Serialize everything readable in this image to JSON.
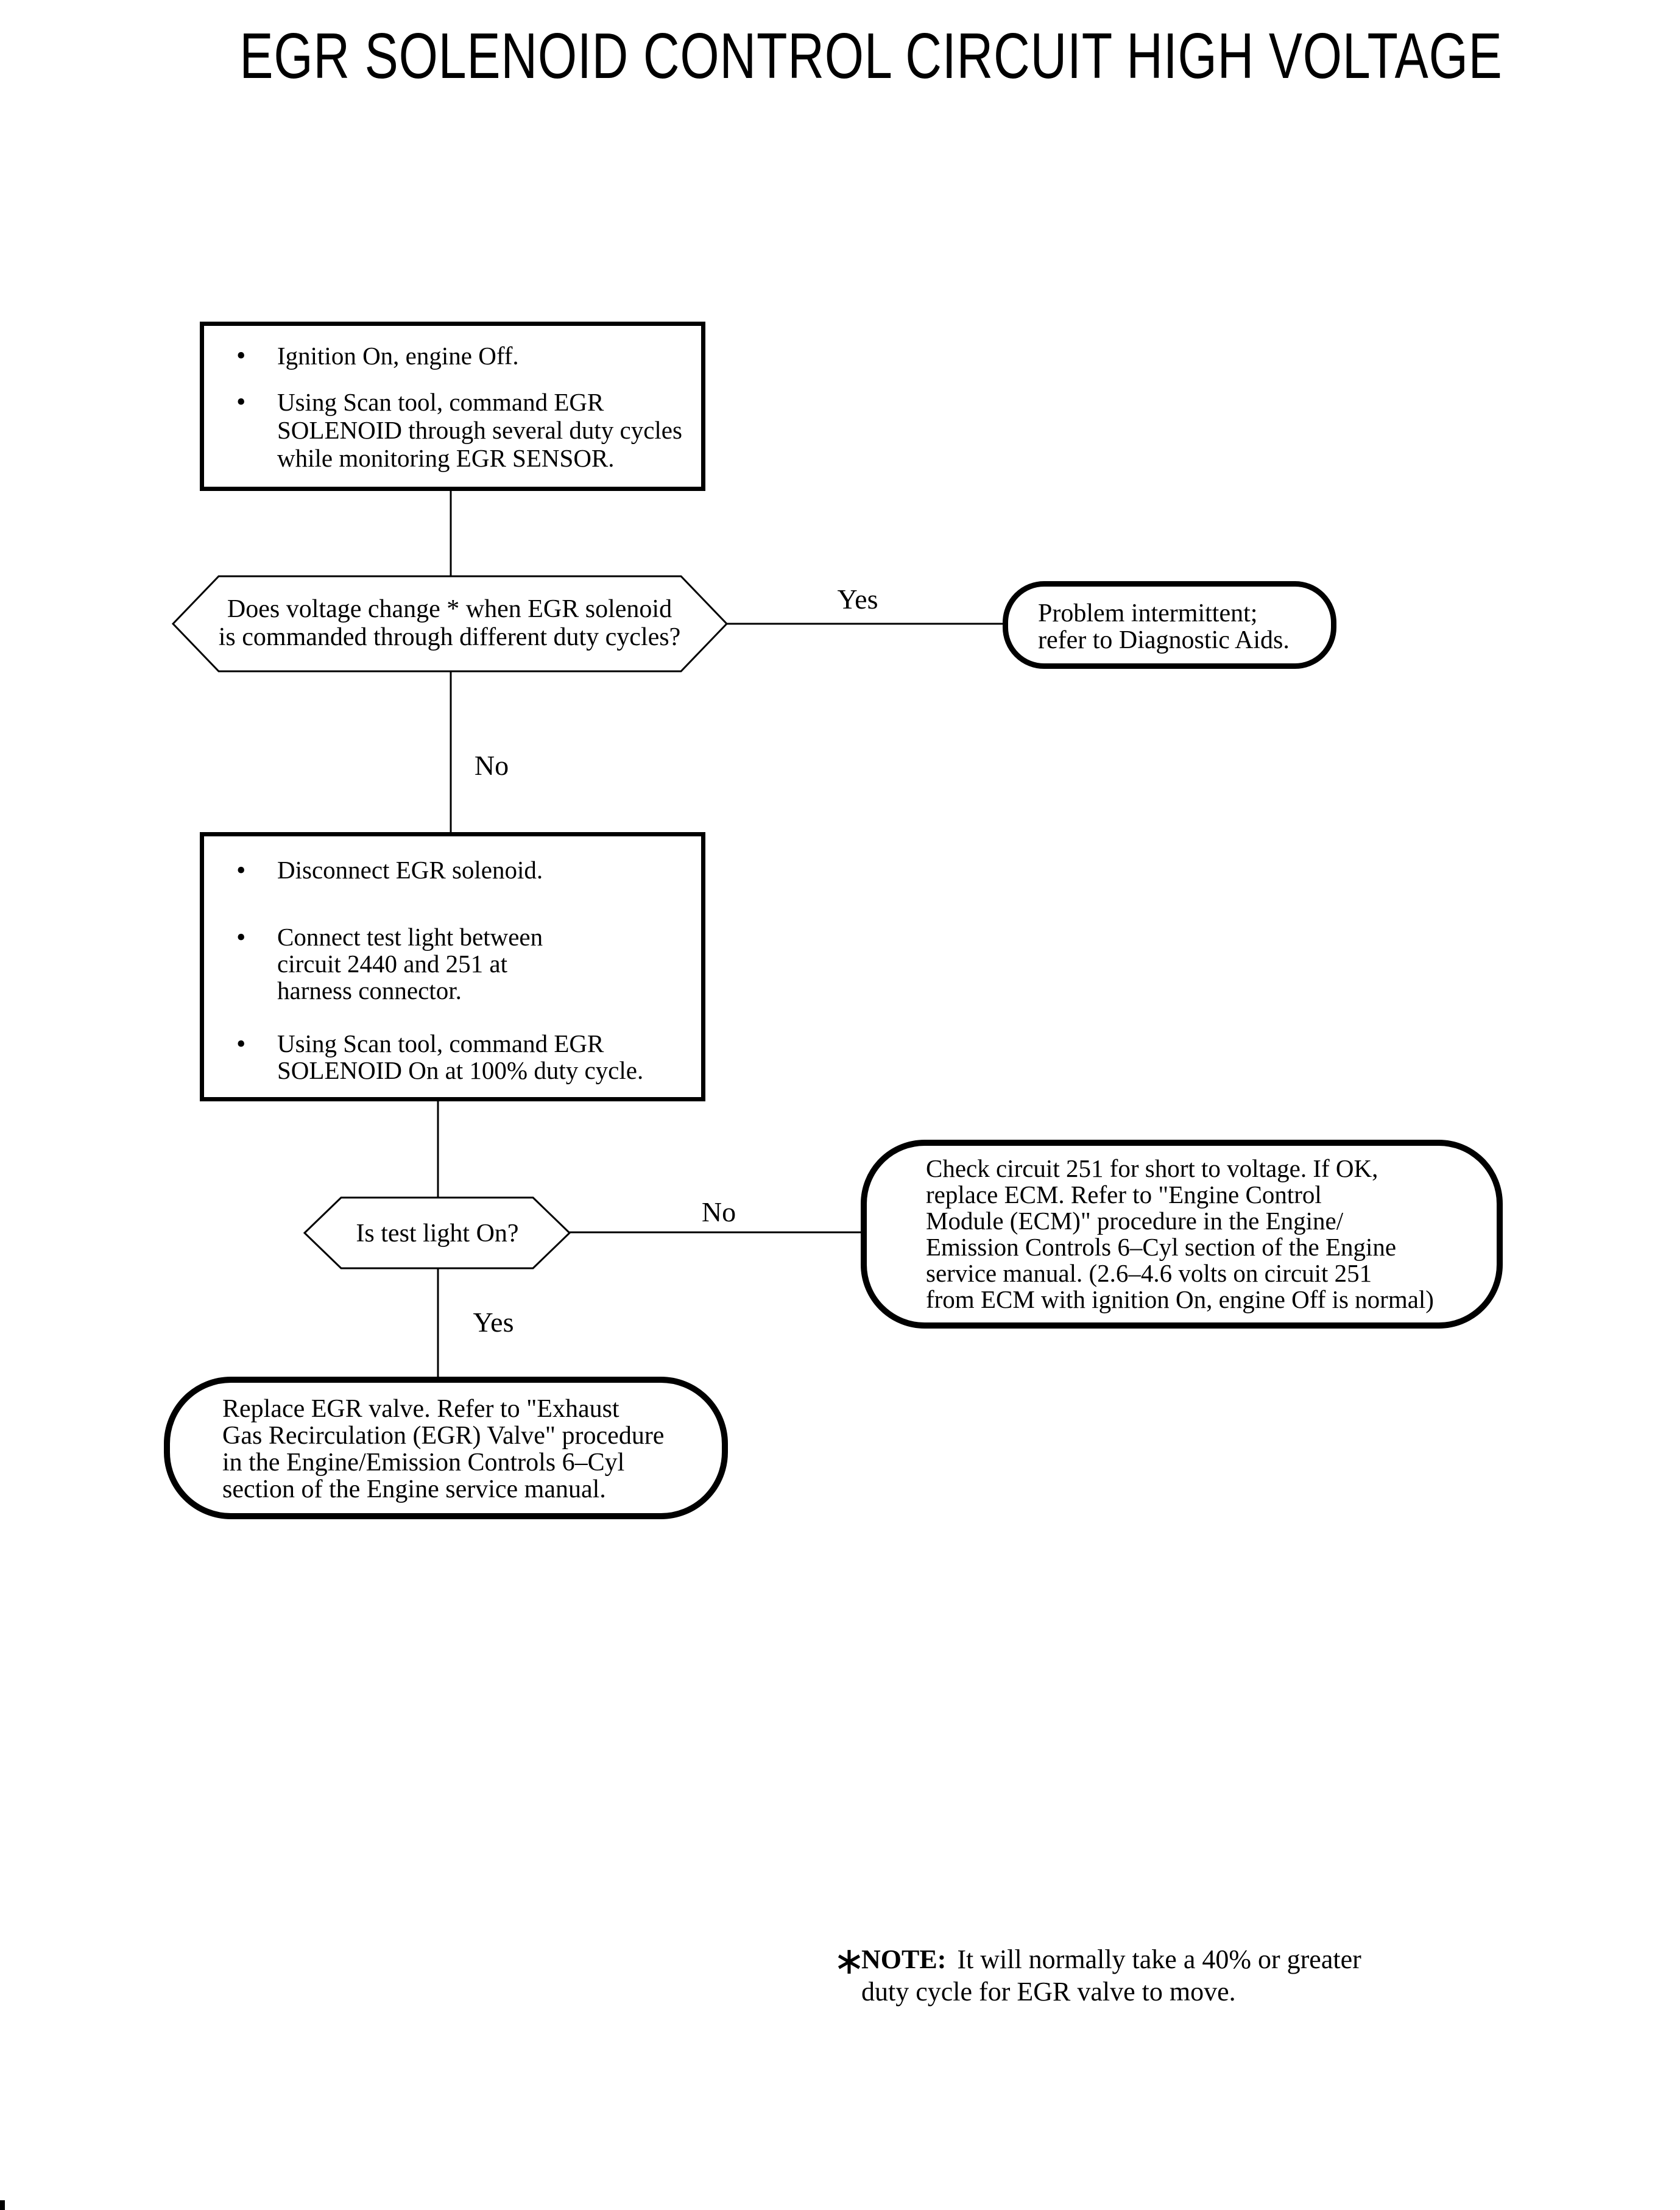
{
  "page": {
    "background": "#ffffff",
    "ink": "#000000"
  },
  "title": "EGR SOLENOID CONTROL CIRCUIT HIGH VOLTAGE",
  "bullet_glyph": "•",
  "nodes": {
    "step1": {
      "type": "action",
      "bullets": [
        [
          "Ignition On, engine Off."
        ],
        [
          "Using Scan tool, command EGR",
          "SOLENOID through several duty cycles",
          "while monitoring EGR SENSOR."
        ]
      ]
    },
    "decision1": {
      "type": "decision",
      "lines": [
        "Does voltage change * when EGR solenoid",
        "is commanded through different duty cycles?"
      ]
    },
    "result_intermittent": {
      "type": "terminal",
      "lines": [
        "Problem intermittent;",
        "refer to Diagnostic Aids."
      ]
    },
    "step2": {
      "type": "action",
      "bullets": [
        [
          "Disconnect EGR solenoid."
        ],
        [
          "Connect test light between",
          "circuit 2440 and 251 at",
          "harness connector."
        ],
        [
          "Using Scan tool, command EGR",
          "SOLENOID On at 100% duty cycle."
        ]
      ]
    },
    "decision2": {
      "type": "decision",
      "lines": [
        "Is test light On?"
      ]
    },
    "result_check": {
      "type": "terminal",
      "lines": [
        "Check circuit 251 for short to voltage. If OK,",
        "replace ECM. Refer to \"Engine Control",
        "Module (ECM)\" procedure in the Engine/",
        "Emission Controls 6–Cyl section of the Engine",
        "service manual. (2.6–4.6 volts on circuit 251",
        "from ECM with ignition On, engine Off is normal)"
      ]
    },
    "result_replace": {
      "type": "terminal",
      "lines": [
        "Replace EGR valve. Refer to \"Exhaust",
        "Gas Recirculation (EGR) Valve\" procedure",
        "in the Engine/Emission Controls 6–Cyl",
        "section of the Engine service manual."
      ]
    }
  },
  "edges": {
    "decision1_yes": "Yes",
    "decision1_no": "No",
    "decision2_no": "No",
    "decision2_yes": "Yes"
  },
  "note": {
    "marker": "∗",
    "label": "NOTE:",
    "lines": [
      "It will normally take a 40% or greater",
      "duty cycle for EGR valve to move."
    ]
  }
}
